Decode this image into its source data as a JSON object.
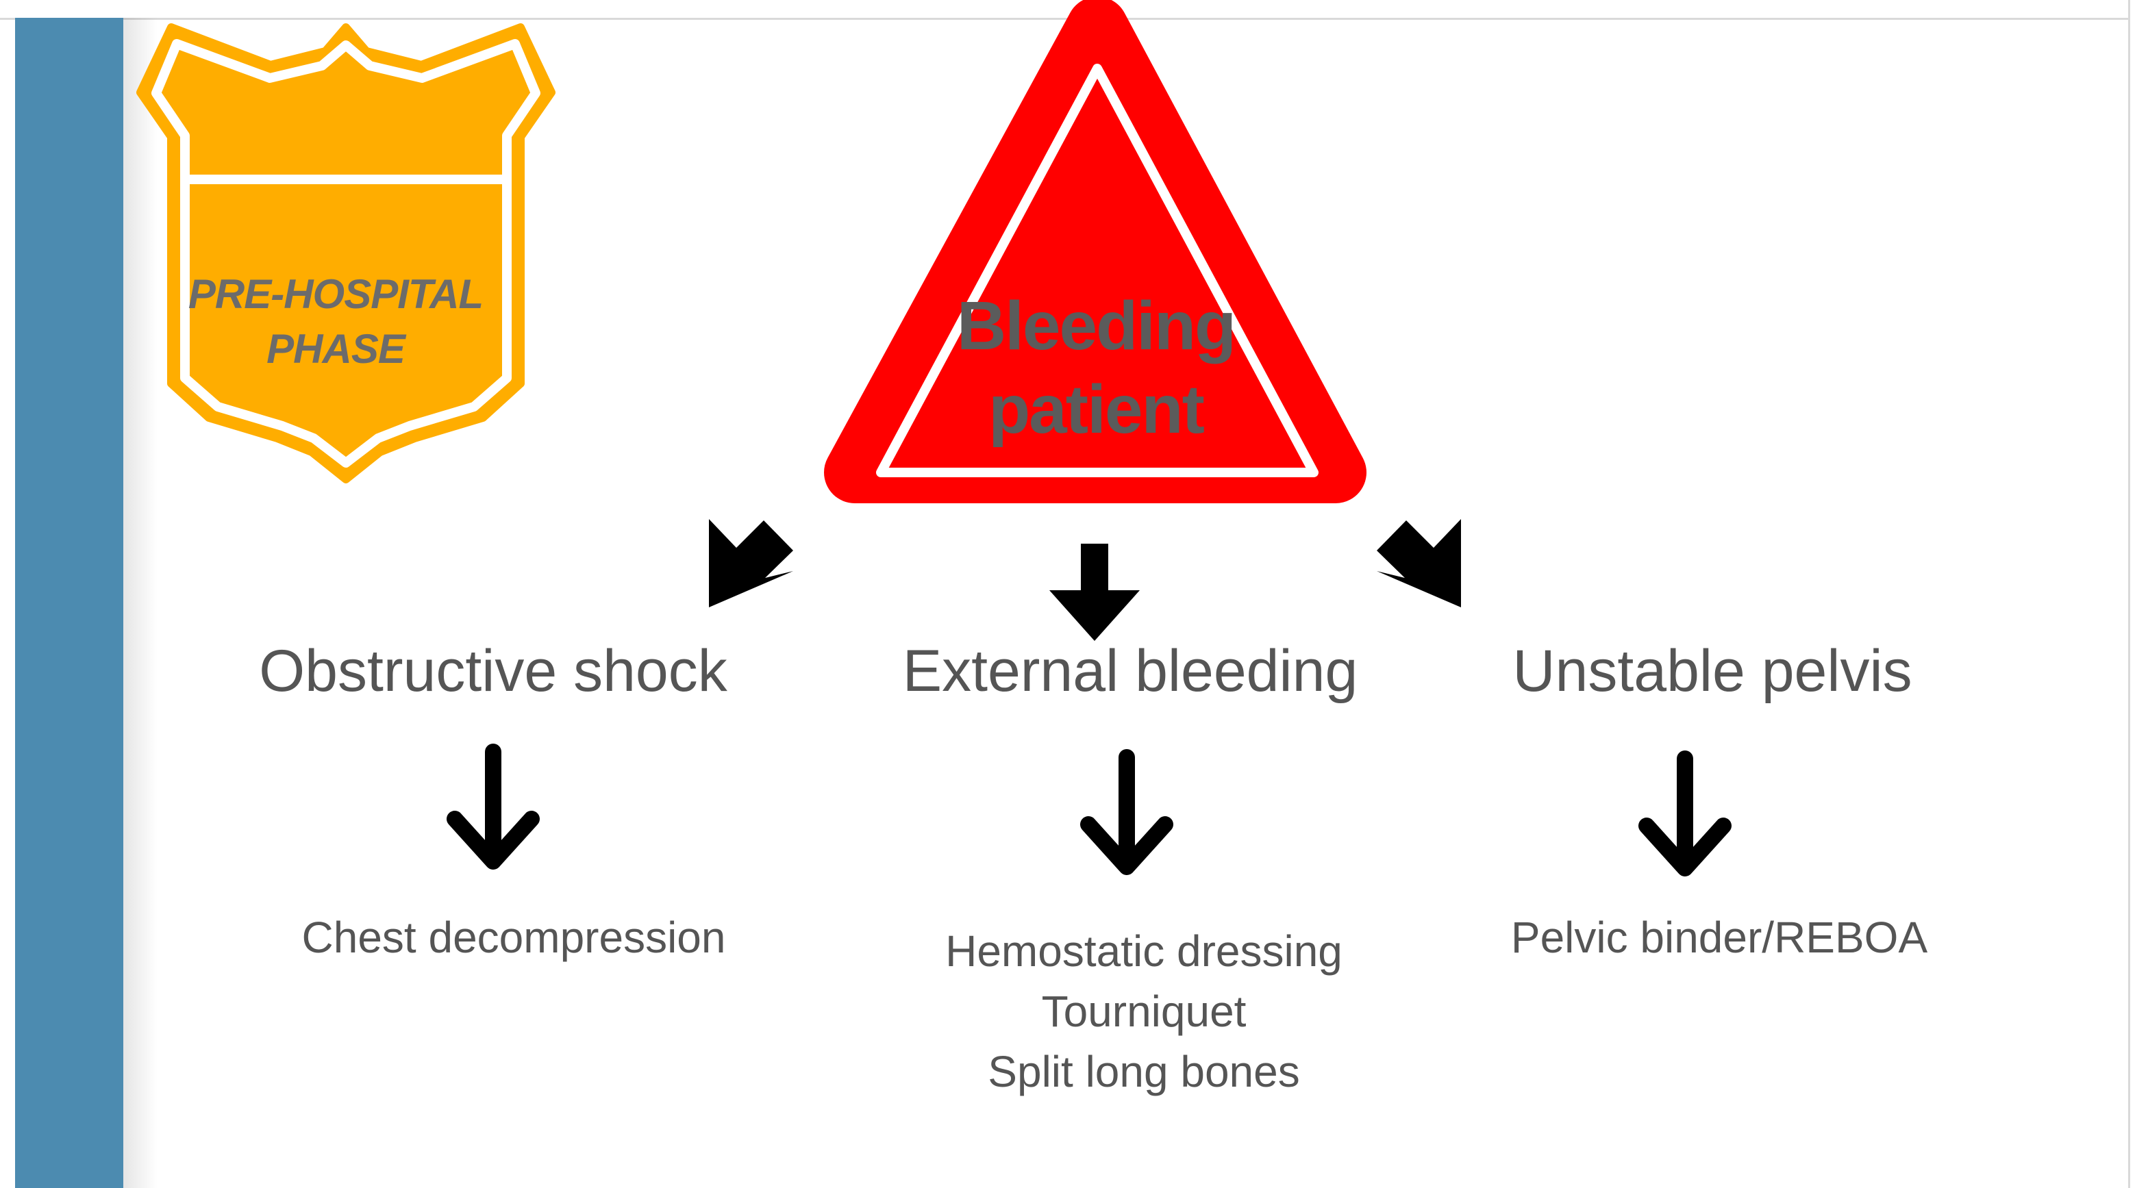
{
  "badge": {
    "line1": "PRE-HOSPITAL",
    "line2": "PHASE"
  },
  "warning": {
    "line1": "Bleeding",
    "line2": "patient"
  },
  "categories": [
    "Obstructive shock",
    "External bleeding",
    "Unstable pelvis"
  ],
  "interventions": {
    "chest": "Chest decompression",
    "external": [
      "Hemostatic dressing",
      "Tourniquet",
      "Split long bones"
    ],
    "pelvis": "Pelvic binder/REBOA"
  },
  "colors": {
    "sidebar": "#4c8bb0",
    "badge": "#FFAD00",
    "warning": "#FF0000",
    "text": "#555555",
    "arrow": "#000000"
  }
}
